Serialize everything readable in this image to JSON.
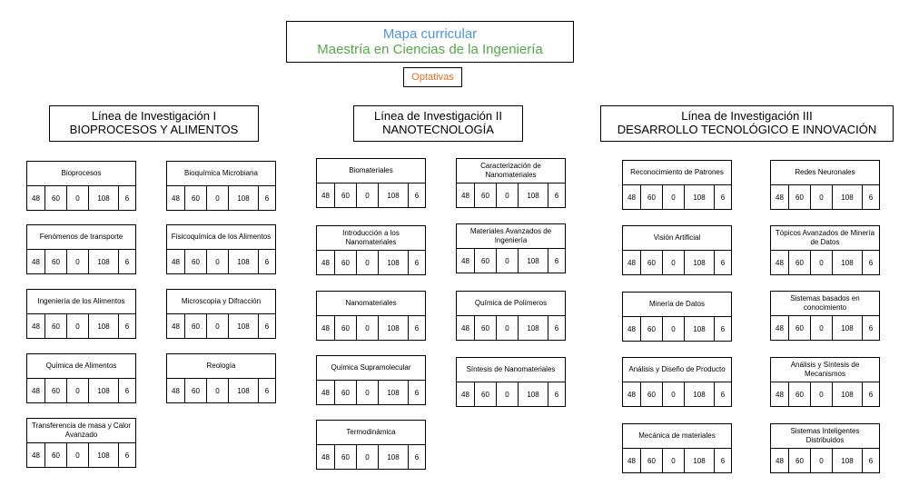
{
  "header": {
    "title_line1": "Mapa curricular",
    "title_line2": "Maestría en Ciencias de la Ingeniería",
    "optional_label": "Optativas",
    "colors": {
      "title1": "#4f95d6",
      "title2": "#54a748",
      "optional": "#e46f22"
    }
  },
  "lines": [
    {
      "line1": "Línea de Investigación I",
      "line2": "BIOPROCESOS Y ALIMENTOS"
    },
    {
      "line1": "Línea de Investigación II",
      "line2": "NANOTECNOLOGÍA"
    },
    {
      "line1": "Línea de Investigación III",
      "line2": "DESARROLLO TECNOLÓGICO E INNOVACIÓN"
    }
  ],
  "courses": [
    {
      "name": "Bioprocesos",
      "values": [
        "48",
        "60",
        "0",
        "108",
        "6"
      ]
    },
    {
      "name": "Fenómenos de transporte",
      "values": [
        "48",
        "60",
        "0",
        "108",
        "6"
      ]
    },
    {
      "name": "Ingeniería de los Alimentos",
      "values": [
        "48",
        "60",
        "0",
        "108",
        "6"
      ]
    },
    {
      "name": "Química de Alimentos",
      "values": [
        "48",
        "60",
        "0",
        "108",
        "6"
      ]
    },
    {
      "name": "Transferencia de masa y Calor Avanzado",
      "values": [
        "48",
        "60",
        "0",
        "108",
        "6"
      ]
    },
    {
      "name": "Bioquímica Microbiana",
      "values": [
        "48",
        "60",
        "0",
        "108",
        "6"
      ]
    },
    {
      "name": "Fisicoquímica de los Alimentos",
      "values": [
        "48",
        "60",
        "0",
        "108",
        "6"
      ]
    },
    {
      "name": "Microscopía y Difracción",
      "values": [
        "48",
        "60",
        "0",
        "108",
        "6"
      ]
    },
    {
      "name": "Reología",
      "values": [
        "48",
        "60",
        "0",
        "108",
        "6"
      ]
    },
    {
      "name": "Biomateriales",
      "values": [
        "48",
        "60",
        "0",
        "108",
        "6"
      ]
    },
    {
      "name": "Introducción a los Nanomateriales",
      "values": [
        "48",
        "60",
        "0",
        "108",
        "6"
      ]
    },
    {
      "name": "Nanomateriales",
      "values": [
        "48",
        "60",
        "0",
        "108",
        "6"
      ]
    },
    {
      "name": "Química Supramolecular",
      "values": [
        "48",
        "60",
        "0",
        "108",
        "6"
      ]
    },
    {
      "name": "Termodinámica",
      "values": [
        "48",
        "60",
        "0",
        "108",
        "6"
      ]
    },
    {
      "name": "Caracterización de Nanomateriales",
      "values": [
        "48",
        "60",
        "0",
        "108",
        "6"
      ]
    },
    {
      "name": "Materiales Avanzados de Ingeniería",
      "values": [
        "48",
        "60",
        "0",
        "108",
        "6"
      ]
    },
    {
      "name": "Química de Polímeros",
      "values": [
        "48",
        "60",
        "0",
        "108",
        "6"
      ]
    },
    {
      "name": "Síntesis de Nanomateriales",
      "values": [
        "48",
        "60",
        "0",
        "108",
        "6"
      ]
    },
    {
      "name": "Reconocimiento de Patrones",
      "values": [
        "48",
        "60",
        "0",
        "108",
        "6"
      ]
    },
    {
      "name": "Visión Artificial",
      "values": [
        "48",
        "60",
        "0",
        "108",
        "6"
      ]
    },
    {
      "name": "Minería de Datos",
      "values": [
        "48",
        "60",
        "0",
        "108",
        "6"
      ]
    },
    {
      "name": "Análisis y Diseño de Producto",
      "values": [
        "48",
        "60",
        "0",
        "108",
        "6"
      ]
    },
    {
      "name": "Mecánica de materiales",
      "values": [
        "48",
        "60",
        "0",
        "108",
        "6"
      ]
    },
    {
      "name": "Redes Neuronales",
      "values": [
        "48",
        "60",
        "0",
        "108",
        "6"
      ]
    },
    {
      "name": "Tópicos Avanzados de Minería de Datos",
      "values": [
        "48",
        "60",
        "0",
        "108",
        "6"
      ]
    },
    {
      "name": "Sistemas basados en conocimiento",
      "values": [
        "48",
        "60",
        "0",
        "108",
        "6"
      ]
    },
    {
      "name": "Análisis y Síntesis de Mecanismos",
      "values": [
        "48",
        "60",
        "0",
        "108",
        "6"
      ]
    },
    {
      "name": "Sistemas Inteligentes Distribuidos",
      "values": [
        "48",
        "60",
        "0",
        "108",
        "6"
      ]
    }
  ]
}
